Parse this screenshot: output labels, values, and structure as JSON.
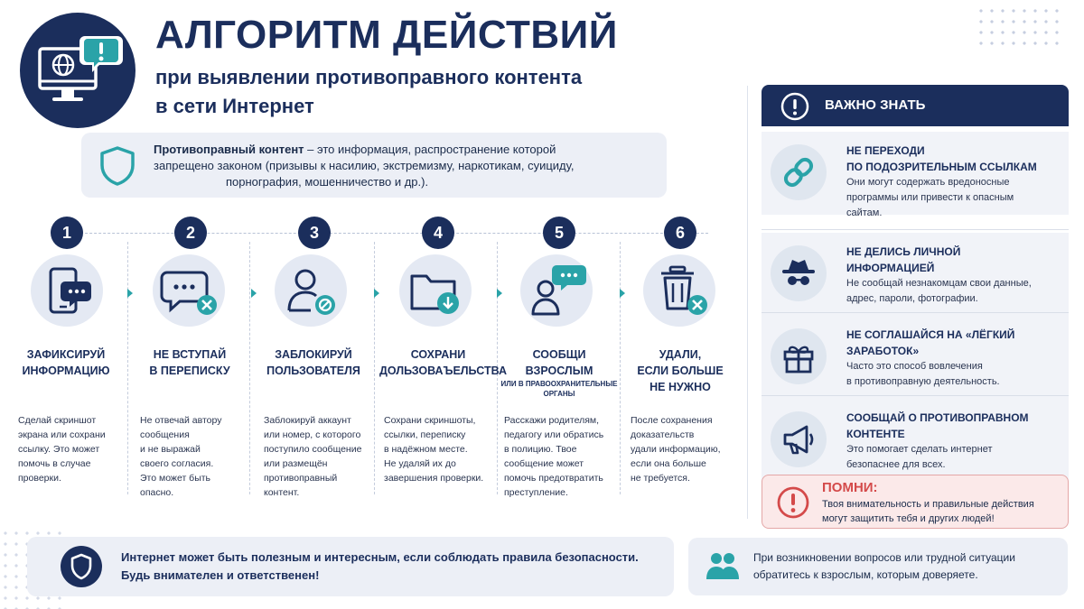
{
  "header": {
    "title": "АЛГОРИТМ ДЕЙСТВИЙ",
    "subtitle_line1": "при выявлении противоправного контента",
    "subtitle_line2": "в сети Интернет"
  },
  "definition": {
    "term": "Противоправный контент",
    "text_line1": " – это информация, распространение которой",
    "text_line2": "запрещено законом (призывы к насилию, экстремизму, наркотикам, суициду,",
    "text_line3": "порнография, мошенничество и др.)."
  },
  "steps": [
    {
      "number": "1",
      "icon": "smartphone-chat-icon",
      "title_line1": "ЗАФИКСИРУЙ",
      "title_line2": "ИНФОРМАЦИЮ",
      "title_line3": "",
      "subtitle_line1": "",
      "subtitle_line2": "",
      "desc": [
        "Сделай скриншот",
        "экрана или сохрани",
        "ссылку. Это может",
        "помочь в случае",
        "проверки."
      ]
    },
    {
      "number": "2",
      "icon": "chat-cancel-icon",
      "title_line1": "НЕ ВСТУПАЙ",
      "title_line2": "В ПЕРЕПИСКУ",
      "title_line3": "",
      "subtitle_line1": "",
      "subtitle_line2": "",
      "desc": [
        "Не отвечай автору",
        "сообщения",
        "и не выражай",
        "своего согласия.",
        "Это может быть",
        "опасно."
      ]
    },
    {
      "number": "3",
      "icon": "user-block-icon",
      "title_line1": "ЗАБЛОКИРУЙ",
      "title_line2": "ПОЛЬЗОВАТЕЛЯ",
      "title_line3": "",
      "subtitle_line1": "",
      "subtitle_line2": "",
      "desc": [
        "Заблокируй аккаунт",
        "или номер, с которого",
        "поступило сообщение",
        "или размещён",
        "противоправный",
        "контент."
      ]
    },
    {
      "number": "4",
      "icon": "folder-download-icon",
      "title_line1": "СОХРАНИ",
      "title_line2": "ДОЛЬЗОВАЪЕЛЬСТВА",
      "title_line3": "",
      "subtitle_line1": "",
      "subtitle_line2": "",
      "desc": [
        "Сохрани скриншоты,",
        "ссылки, переписку",
        "в надёжном месте.",
        "Не удаляй их до",
        "завершения проверки."
      ]
    },
    {
      "number": "5",
      "icon": "user-message-icon",
      "title_line1": "СООБЩИ",
      "title_line2": "ВЗРОСЛЫМ",
      "title_line3": "",
      "subtitle_line1": "ИЛИ В ПРАВООХРАНИТЕЛЬНЫЕ",
      "subtitle_line2": "ОРГАНЫ",
      "desc": [
        "Расскажи родителям,",
        "педагогу или обратись",
        "в полицию. Твое",
        "сообщение может",
        "помочь предотвратить",
        "преступление."
      ]
    },
    {
      "number": "6",
      "icon": "trash-delete-icon",
      "title_line1": "УДАЛИ,",
      "title_line2": "ЕСЛИ БОЛЬШЕ",
      "title_line3": "НЕ НУЖНО",
      "subtitle_line1": "",
      "subtitle_line2": "",
      "desc": [
        "После сохранения",
        "доказательств",
        "удали информацию,",
        "если она больше",
        "не требуется."
      ]
    }
  ],
  "important": {
    "title": "ВАЖНО ЗНАТЬ",
    "tips": [
      {
        "icon": "link-icon",
        "title_line1": "НЕ ПЕРЕХОДИ",
        "title_line2": "ПО ПОДОЗРИТЕЛЬНЫМ ССЫЛКАМ",
        "text": [
          "Они могут содержать вредоносные",
          "программы или привести к опасным",
          "сайтам."
        ]
      },
      {
        "icon": "spy-icon",
        "title_line1": "НЕ ДЕЛИСЬ ЛИЧНОЙ",
        "title_line2": "ИНФОРМАЦИЕЙ",
        "text": [
          "Не сообщай незнакомцам свои данные,",
          "адрес, пароли, фотографии."
        ]
      },
      {
        "icon": "gift-icon",
        "title_line1": "НЕ СОГЛАШАЙСЯ НА «ЛЁГКИЙ",
        "title_line2": "ЗАРАБОТОК»",
        "text": [
          "Часто это способ вовлечения",
          "в противоправную деятельность."
        ]
      },
      {
        "icon": "megaphone-icon",
        "title_line1": "СООБЩАЙ О ПРОТИВОПРАВНОМ",
        "title_line2": "КОНТЕНТЕ",
        "text": [
          "Это помогает сделать интернет",
          "безопаснее для всех."
        ]
      }
    ]
  },
  "remember": {
    "title": "ПОМНИ:",
    "text_line1": "Твоя внимательность и правильные действия",
    "text_line2": "могут защитить тебя и других людей!"
  },
  "footer": {
    "left_line1": "Интернет может быть полезным и интересным, если соблюдать правила безопасности.",
    "left_line2": "Будь внимателен и ответственен!",
    "right_line1": "При возникновении вопросов или трудной ситуации",
    "right_line2": "обратитесь к взрослым, которым доверяете."
  },
  "colors": {
    "navy": "#1b2e5c",
    "teal": "#2aa3a8",
    "red": "#d44a4a",
    "light": "#eceff6"
  }
}
